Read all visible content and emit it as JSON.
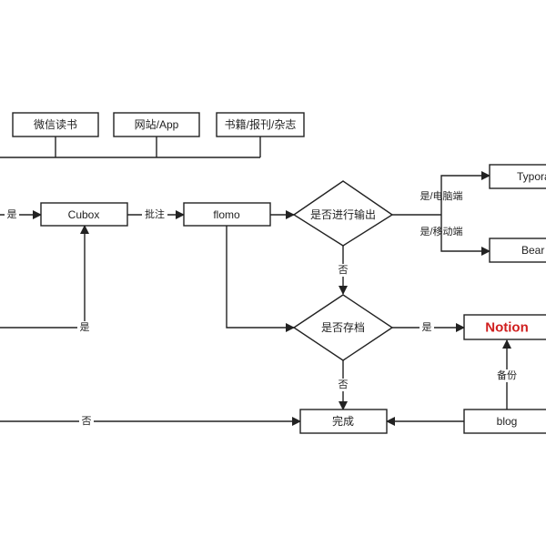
{
  "nodes": {
    "weixin_dushu": "微信读书",
    "website_app": "网站/App",
    "books": "书籍/报刊/杂志",
    "cubox": "Cubox",
    "flomo": "flomo",
    "output_decision": "是否进行输出",
    "archive_decision": "是否存档",
    "typora": "Typora",
    "bear": "Bear",
    "notion": "Notion",
    "done": "完成",
    "blog": "blog"
  },
  "edges": {
    "yes_to_cubox": "是",
    "annotate": "批注",
    "yes_pc": "是/电脑端",
    "yes_mobile": "是/移动端",
    "no_output": "否",
    "yes_left_cubox": "是",
    "yes_notion": "是",
    "no_archive": "否",
    "backup": "备份",
    "no_left": "否"
  },
  "colors": {
    "line": "#222222",
    "notion_text": "#d01f1f",
    "background": "#ffffff"
  }
}
